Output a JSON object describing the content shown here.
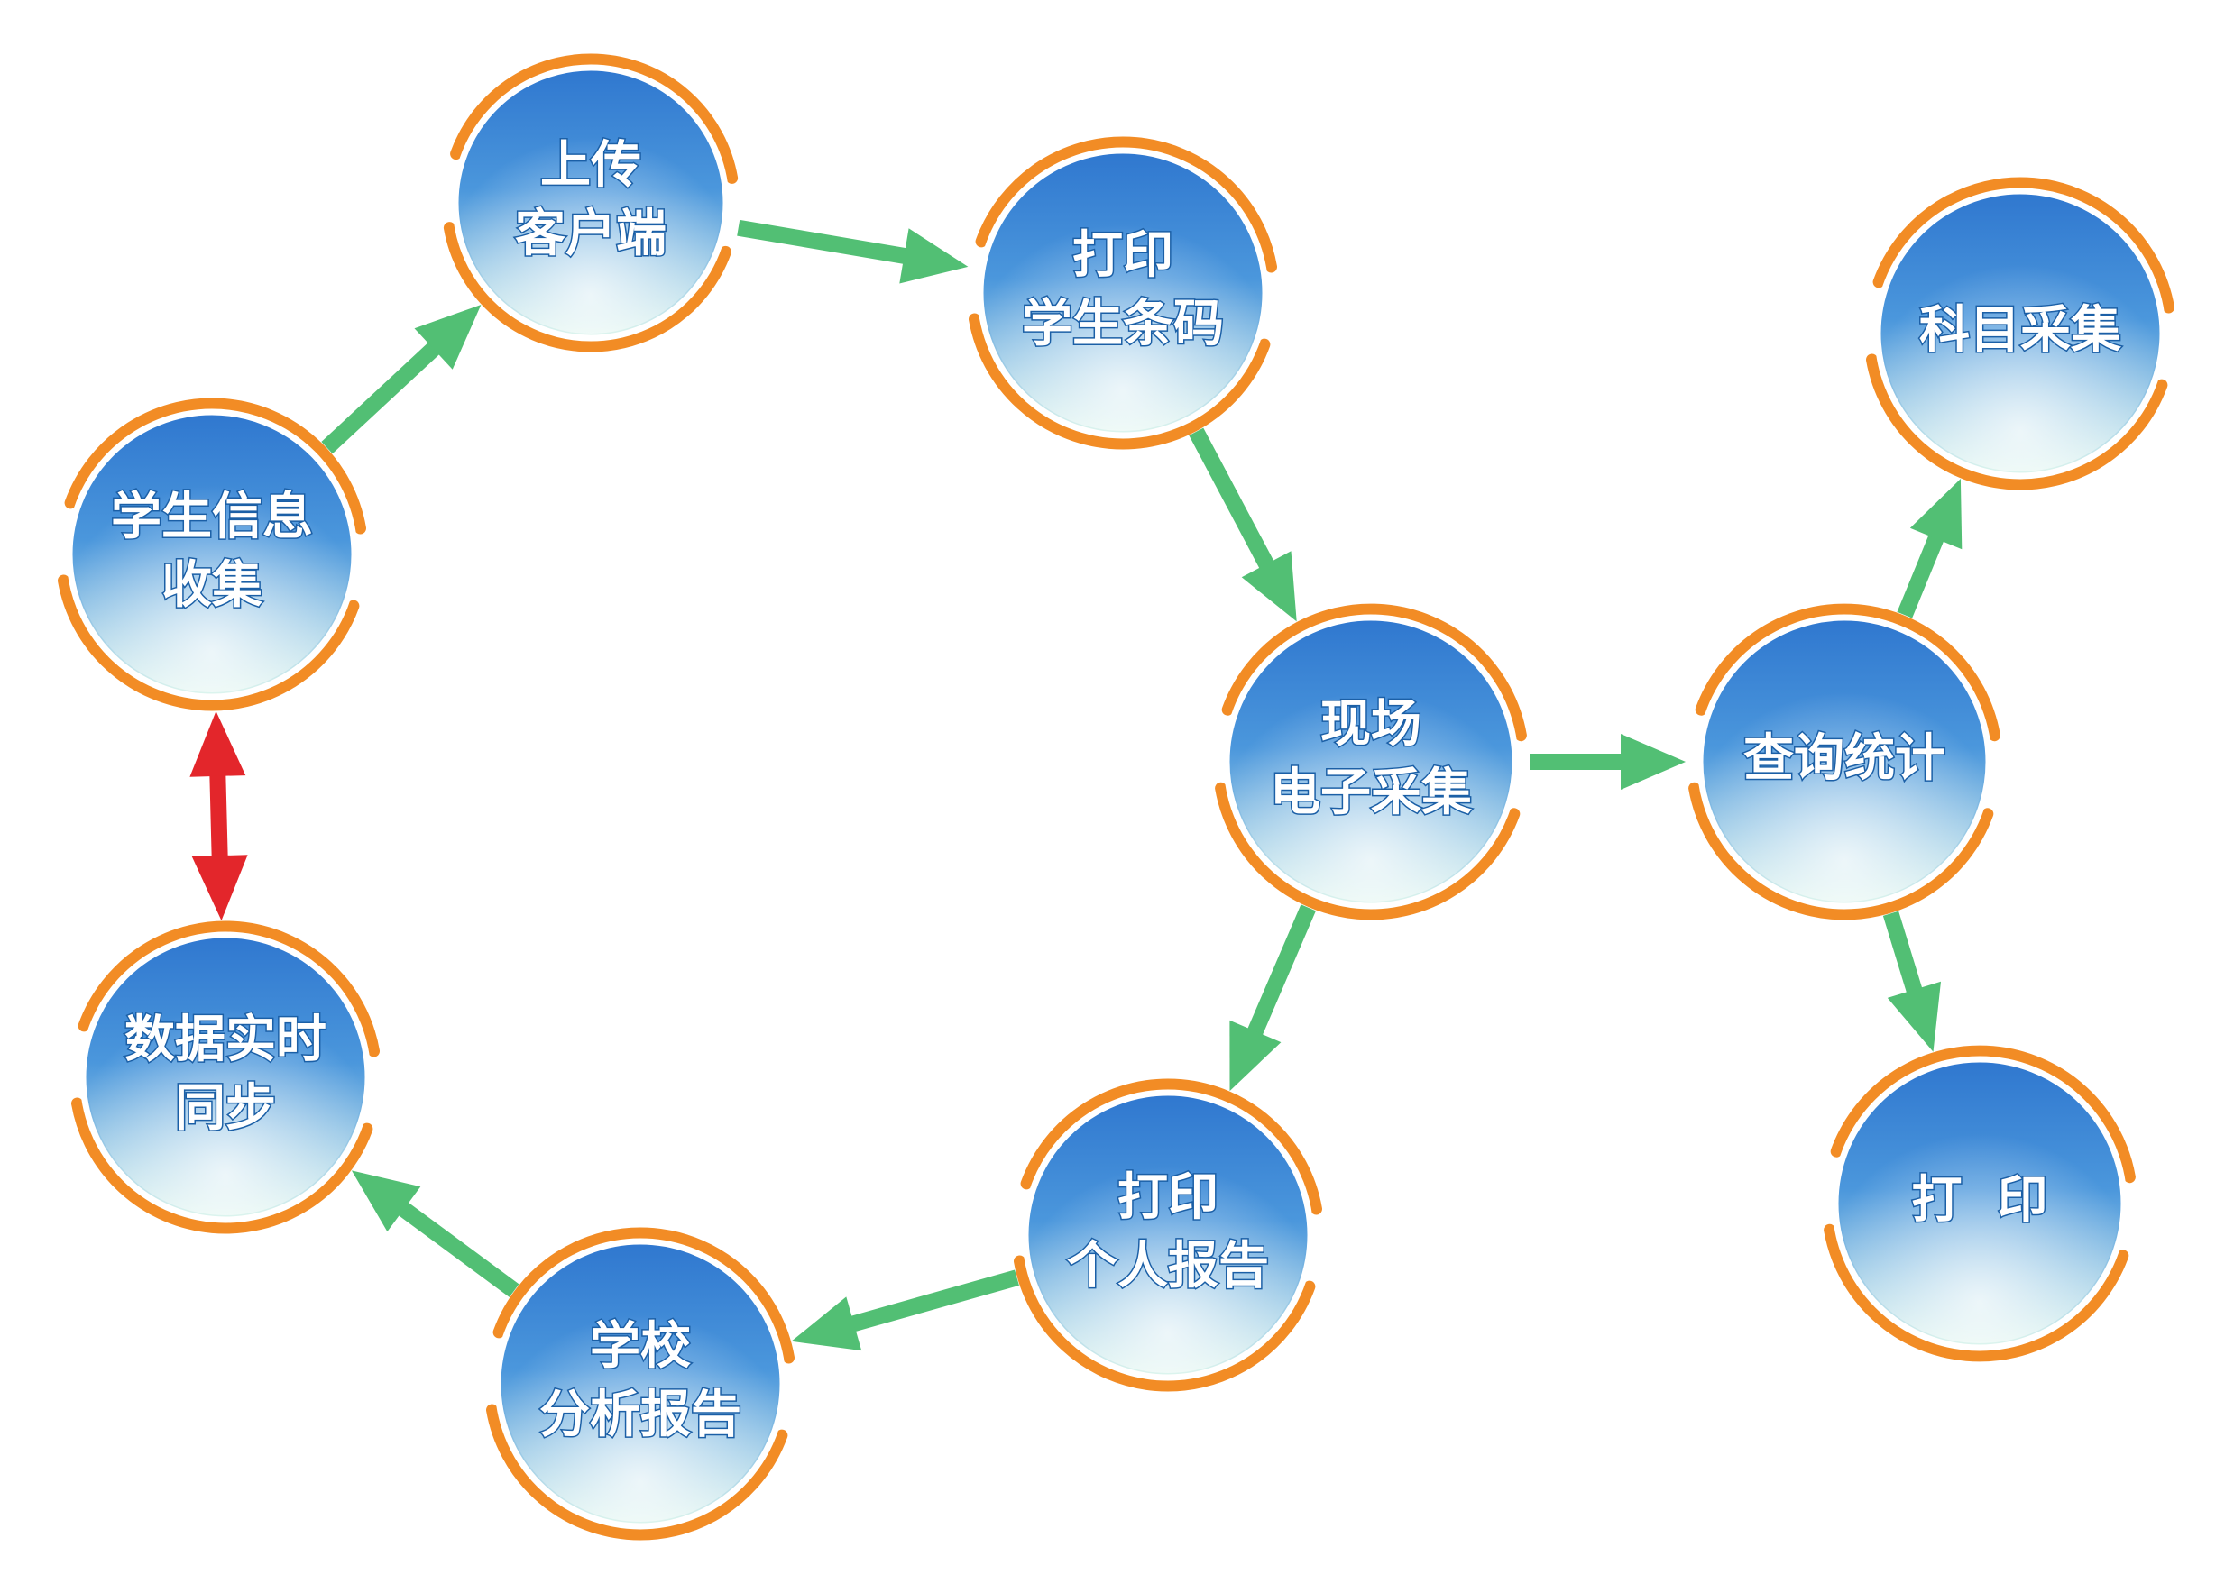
{
  "colors": {
    "flow_arrow": "#52bf74",
    "sync_arrow": "#e3262b",
    "node_top": "#2f77cf",
    "node_bottom": "#dff6ee",
    "ring": "#f28c25"
  },
  "nodes": [
    {
      "id": "upload",
      "lines": [
        "上传",
        "客户端"
      ]
    },
    {
      "id": "print-barcode",
      "lines": [
        "打印",
        "学生条码"
      ]
    },
    {
      "id": "subject-collect",
      "lines": [
        "科目采集"
      ]
    },
    {
      "id": "student-info",
      "lines": [
        "学生信息",
        "收集"
      ]
    },
    {
      "id": "onsite-collect",
      "lines": [
        "现场",
        "电子采集"
      ]
    },
    {
      "id": "query-stats",
      "lines": [
        "查询统计"
      ]
    },
    {
      "id": "data-sync",
      "lines": [
        "数据实时",
        "同步"
      ]
    },
    {
      "id": "print-report",
      "lines": [
        "打印",
        "个人报告"
      ]
    },
    {
      "id": "print",
      "lines": [
        "打  印"
      ]
    },
    {
      "id": "school-report",
      "lines": [
        "学校",
        "分析报告"
      ]
    }
  ],
  "edges": [
    {
      "from": "student-info",
      "to": "upload",
      "type": "flow"
    },
    {
      "from": "upload",
      "to": "print-barcode",
      "type": "flow"
    },
    {
      "from": "print-barcode",
      "to": "onsite-collect",
      "type": "flow"
    },
    {
      "from": "onsite-collect",
      "to": "query-stats",
      "type": "flow"
    },
    {
      "from": "query-stats",
      "to": "subject-collect",
      "type": "flow"
    },
    {
      "from": "query-stats",
      "to": "print",
      "type": "flow"
    },
    {
      "from": "onsite-collect",
      "to": "print-report",
      "type": "flow"
    },
    {
      "from": "print-report",
      "to": "school-report",
      "type": "flow"
    },
    {
      "from": "school-report",
      "to": "data-sync",
      "type": "flow"
    },
    {
      "from": "data-sync",
      "to": "student-info",
      "type": "sync"
    }
  ]
}
